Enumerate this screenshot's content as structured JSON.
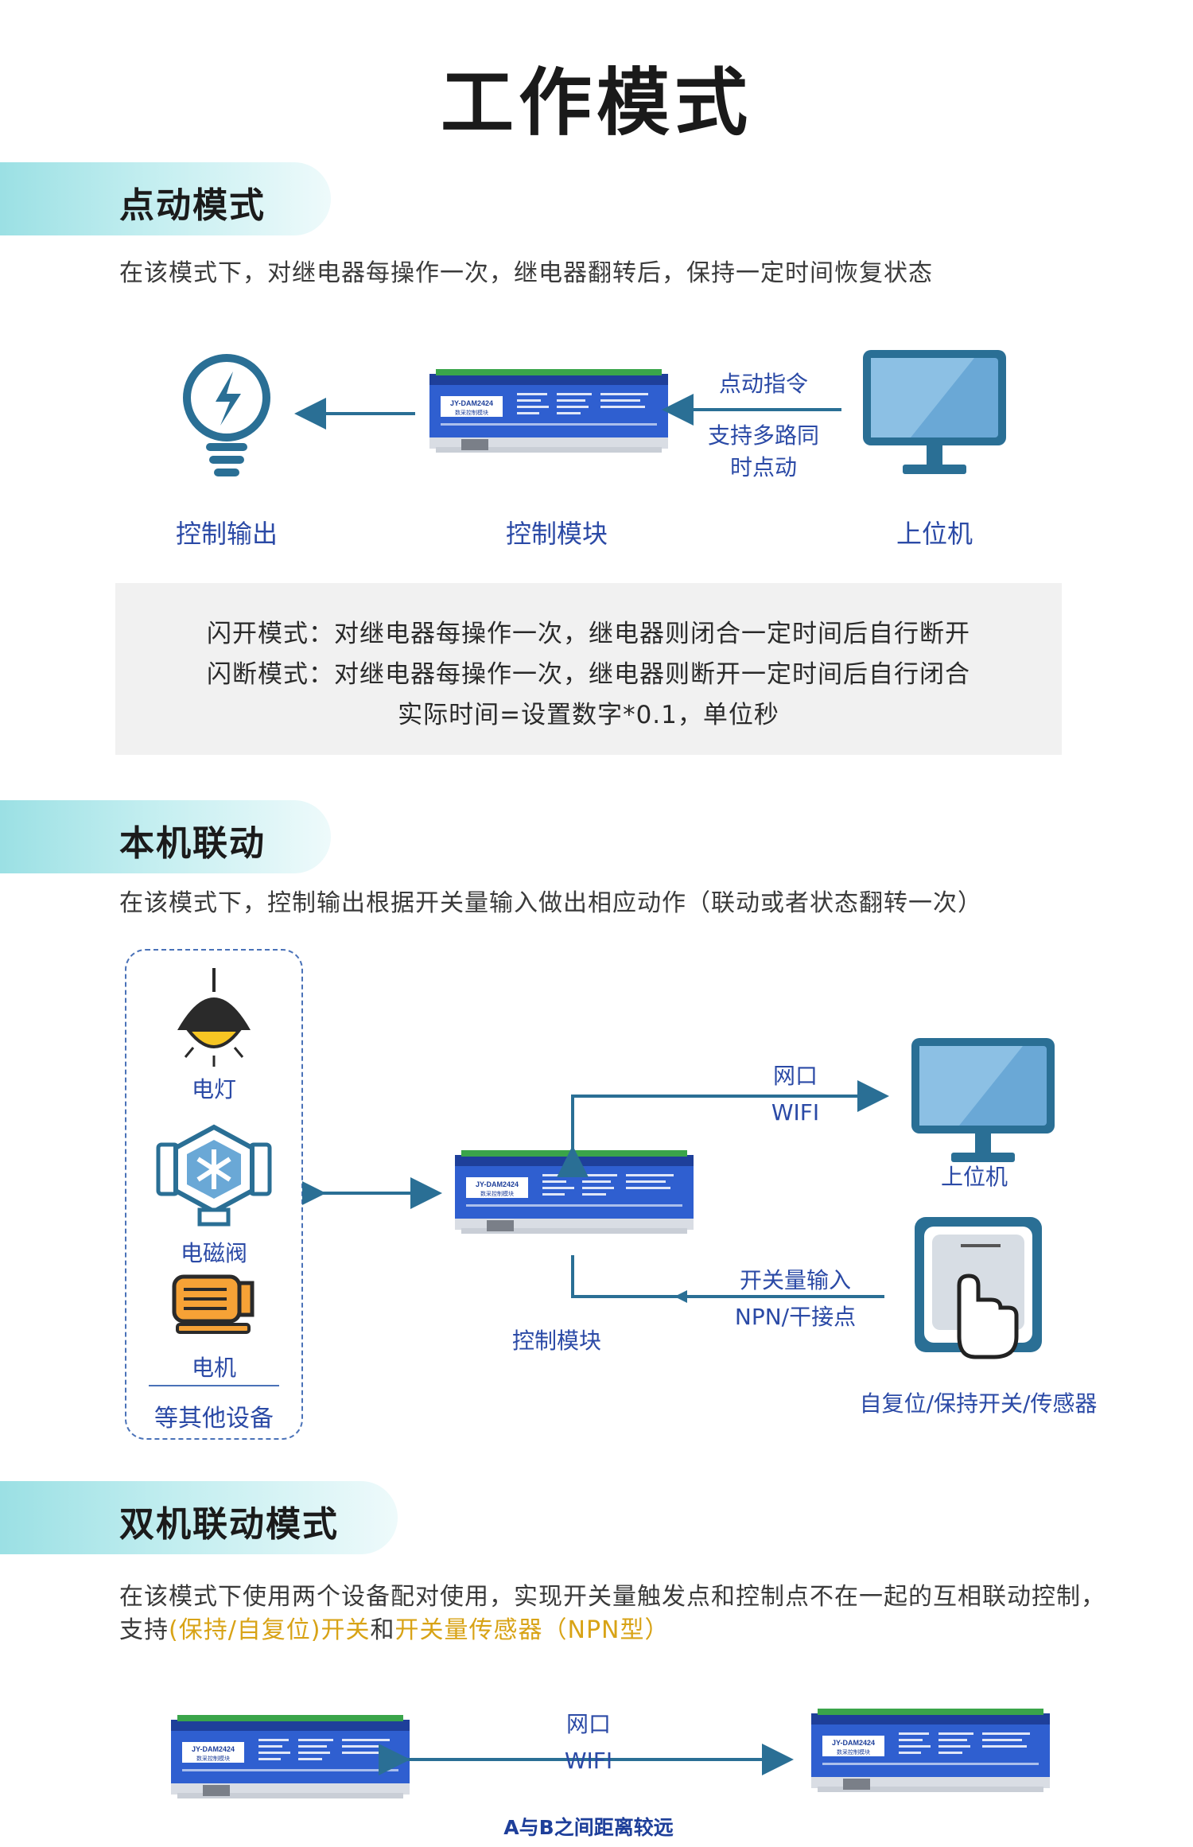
{
  "page_title": "工作模式",
  "sections": {
    "jog": {
      "title": "点动模式",
      "description": "在该模式下，对继电器每操作一次，继电器翻转后，保持一定时间恢复状态",
      "output_label": "控制输出",
      "module_label": "控制模块",
      "host_label": "上位机",
      "arrow_top_text": "点动指令",
      "arrow_bottom_text_1": "支持多路同",
      "arrow_bottom_text_2": "时点动",
      "notes": [
        "闪开模式：对继电器每操作一次，继电器则闭合一定时间后自行断开",
        "闪断模式：对继电器每操作一次，继电器则断开一定时间后自行闭合",
        "实际时间=设置数字*0.1，单位秒"
      ]
    },
    "local": {
      "title": "本机联动",
      "description": "在该模式下，控制输出根据开关量输入做出相应动作（联动或者状态翻转一次）",
      "devices": [
        "电灯",
        "电磁阀",
        "电机",
        "等其他设备"
      ],
      "net_top": "网口",
      "net_bottom": "WIFI",
      "host_label": "上位机",
      "module_label": "控制模块",
      "switch_top": "开关量输入",
      "switch_bottom": "NPN/干接点",
      "switch_label": "自复位/保持开关/传感器"
    },
    "dual": {
      "title": "双机联动模式",
      "description_1": "在该模式下使用两个设备配对使用，实现开关量触发点和控制点不在一起的互相联动控制，",
      "description_2_prefix": "支持",
      "description_2_hl1": "(保持/自复位)开关",
      "description_2_mid": "和",
      "description_2_hl2": "开关量传感器（NPN型）",
      "net_top": "网口",
      "net_bottom": "WIFI",
      "distance_note": "A与B之间距离较远"
    }
  },
  "module": {
    "model": "JY-DAM2424",
    "subtitle": "数采控制模块"
  },
  "colors": {
    "label_blue": "#2b4aa6",
    "icon_teal": "#2a6f95",
    "module_blue": "#2f5fd0",
    "highlight_gold": "#d8a316",
    "section_gradient": "#9be0e4"
  }
}
